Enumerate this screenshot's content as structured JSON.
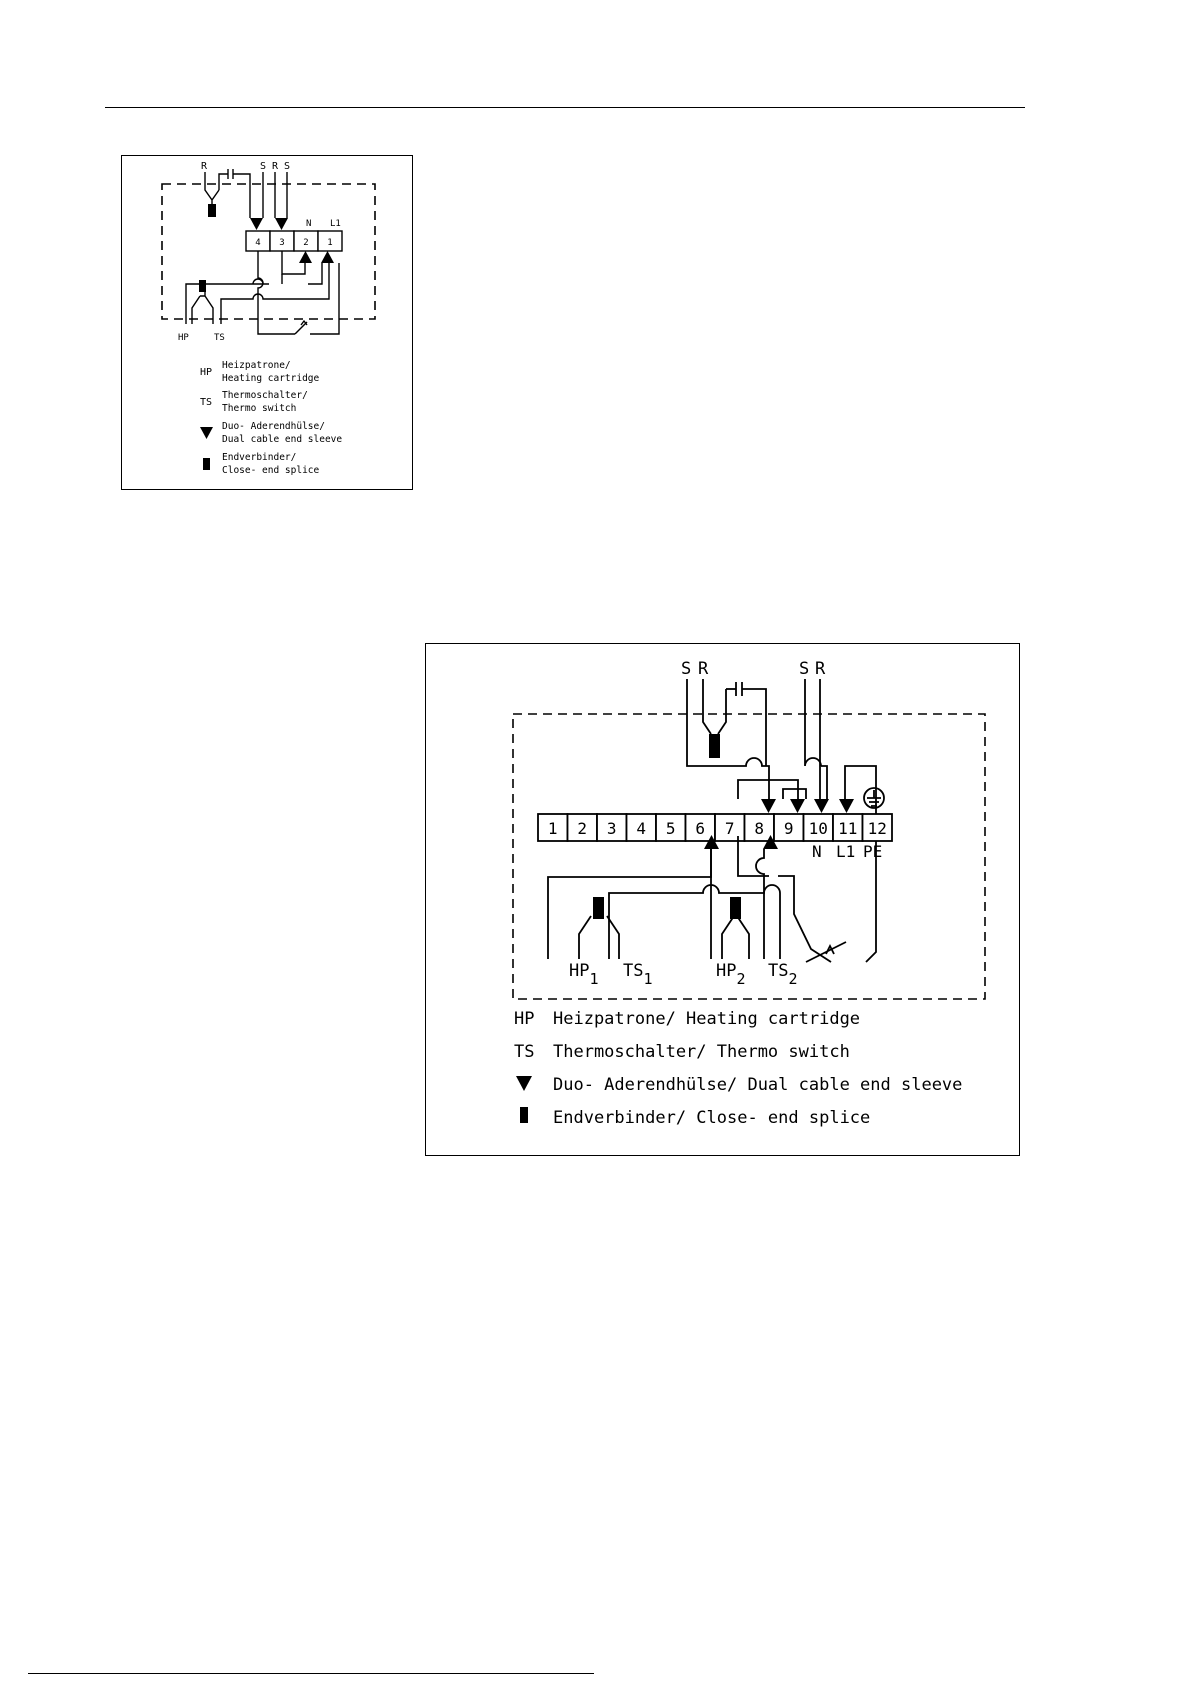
{
  "small_diagram": {
    "top_labels": [
      "R",
      "S",
      "R",
      "S"
    ],
    "terminals": [
      "4",
      "3",
      "2",
      "1"
    ],
    "terminal_names": [
      "N",
      "L1"
    ],
    "bottom_labels": [
      "HP",
      "TS"
    ],
    "legend": [
      {
        "symbol": "HP",
        "line1": "Heizpatrone/",
        "line2": "Heating cartridge"
      },
      {
        "symbol": "TS",
        "line1": "Thermoschalter/",
        "line2": "Thermo switch"
      },
      {
        "symbol": "triangle-icon",
        "line1": "Duo- Aderendhülse/",
        "line2": "Dual cable end sleeve"
      },
      {
        "symbol": "splice-icon",
        "line1": "Endverbinder/",
        "line2": "Close- end splice"
      }
    ]
  },
  "large_diagram": {
    "top_labels": [
      "S",
      "R",
      "S",
      "R"
    ],
    "terminals": [
      "1",
      "2",
      "3",
      "4",
      "5",
      "6",
      "7",
      "8",
      "9",
      "10",
      "11",
      "12"
    ],
    "terminal_names": [
      "N",
      "L1",
      "PE"
    ],
    "bottom_labels": [
      {
        "main": "HP",
        "sub": "1"
      },
      {
        "main": "TS",
        "sub": "1"
      },
      {
        "main": "HP",
        "sub": "2"
      },
      {
        "main": "TS",
        "sub": "2"
      }
    ],
    "legend": [
      {
        "symbol": "HP",
        "text": "Heizpatrone/ Heating cartridge"
      },
      {
        "symbol": "TS",
        "text": "Thermoschalter/ Thermo switch"
      },
      {
        "symbol": "triangle-icon",
        "text": "Duo- Aderendhülse/ Dual cable end sleeve"
      },
      {
        "symbol": "splice-icon",
        "text": "Endverbinder/ Close- end splice"
      }
    ]
  }
}
